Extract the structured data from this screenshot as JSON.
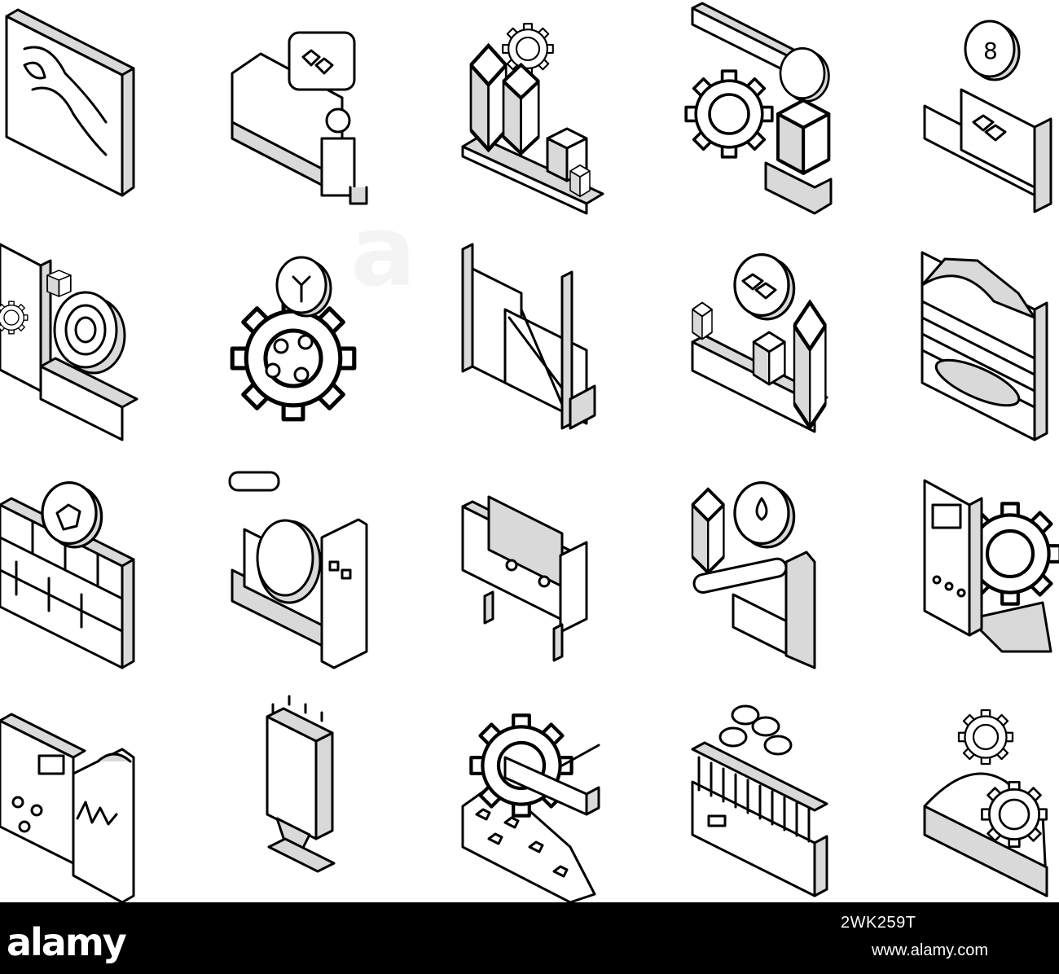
{
  "icons": [
    {
      "row": 1,
      "col": 1,
      "icon": "mine-map-icon"
    },
    {
      "row": 1,
      "col": 2,
      "icon": "mining-engineer-icon"
    },
    {
      "row": 1,
      "col": 3,
      "icon": "processing-plant-icon"
    },
    {
      "row": 1,
      "col": 4,
      "icon": "wrench-gear-icon"
    },
    {
      "row": 1,
      "col": 5,
      "icon": "ore-sample-icon"
    },
    {
      "row": 2,
      "col": 1,
      "icon": "conveyor-drum-icon"
    },
    {
      "row": 2,
      "col": 2,
      "icon": "gear-maintenance-icon"
    },
    {
      "row": 2,
      "col": 3,
      "icon": "flotation-machine-icon"
    },
    {
      "row": 2,
      "col": 4,
      "icon": "ore-factory-icon"
    },
    {
      "row": 2,
      "col": 5,
      "icon": "geological-layers-icon"
    },
    {
      "row": 3,
      "col": 1,
      "icon": "ore-wall-icon"
    },
    {
      "row": 3,
      "col": 2,
      "icon": "crusher-machine-icon"
    },
    {
      "row": 3,
      "col": 3,
      "icon": "screening-machine-icon"
    },
    {
      "row": 3,
      "col": 4,
      "icon": "oil-refinery-icon"
    },
    {
      "row": 3,
      "col": 5,
      "icon": "gas-detector-icon"
    },
    {
      "row": 4,
      "col": 1,
      "icon": "seismograph-icon"
    },
    {
      "row": 4,
      "col": 2,
      "icon": "silo-tower-icon"
    },
    {
      "row": 4,
      "col": 3,
      "icon": "ore-crushing-gear-icon"
    },
    {
      "row": 4,
      "col": 4,
      "icon": "ore-storage-icon"
    },
    {
      "row": 4,
      "col": 5,
      "icon": "ore-pile-gear-icon"
    }
  ],
  "colors": {
    "line": "#000000",
    "shade": "#d9d9d9",
    "fill": "#ffffff",
    "footer": "#000000"
  },
  "footer": {
    "logo": "alamy",
    "image_id": "2WK259T",
    "url": "www.alamy.com"
  },
  "watermark": "a"
}
